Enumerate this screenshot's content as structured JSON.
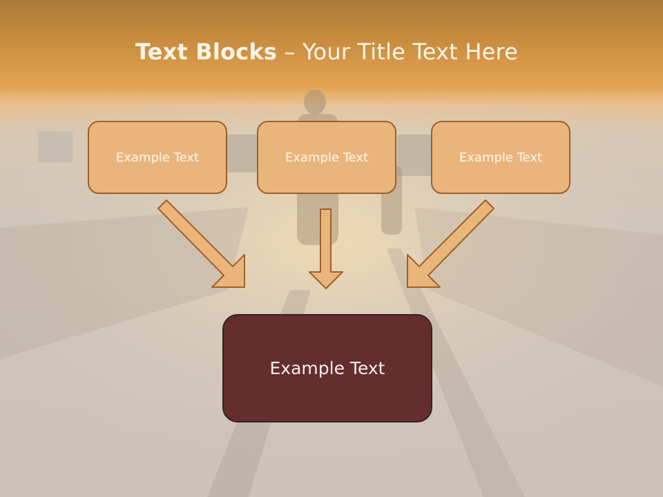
{
  "slide": {
    "title_bold": "Text Blocks",
    "title_dash": " – ",
    "title_rest": "Your Title Text Here",
    "blocks": [
      "Example Text",
      "Example Text",
      "Example Text"
    ],
    "target_block": "Example Text"
  },
  "colors": {
    "header_orange": "#e3a352",
    "block_fill": "#eab57a",
    "block_border": "#9a6128",
    "target_fill": "#642e2e",
    "arrow_fill": "#eab57a"
  },
  "icons": [
    "arrow-down-right-icon",
    "arrow-down-icon",
    "arrow-down-left-icon"
  ]
}
